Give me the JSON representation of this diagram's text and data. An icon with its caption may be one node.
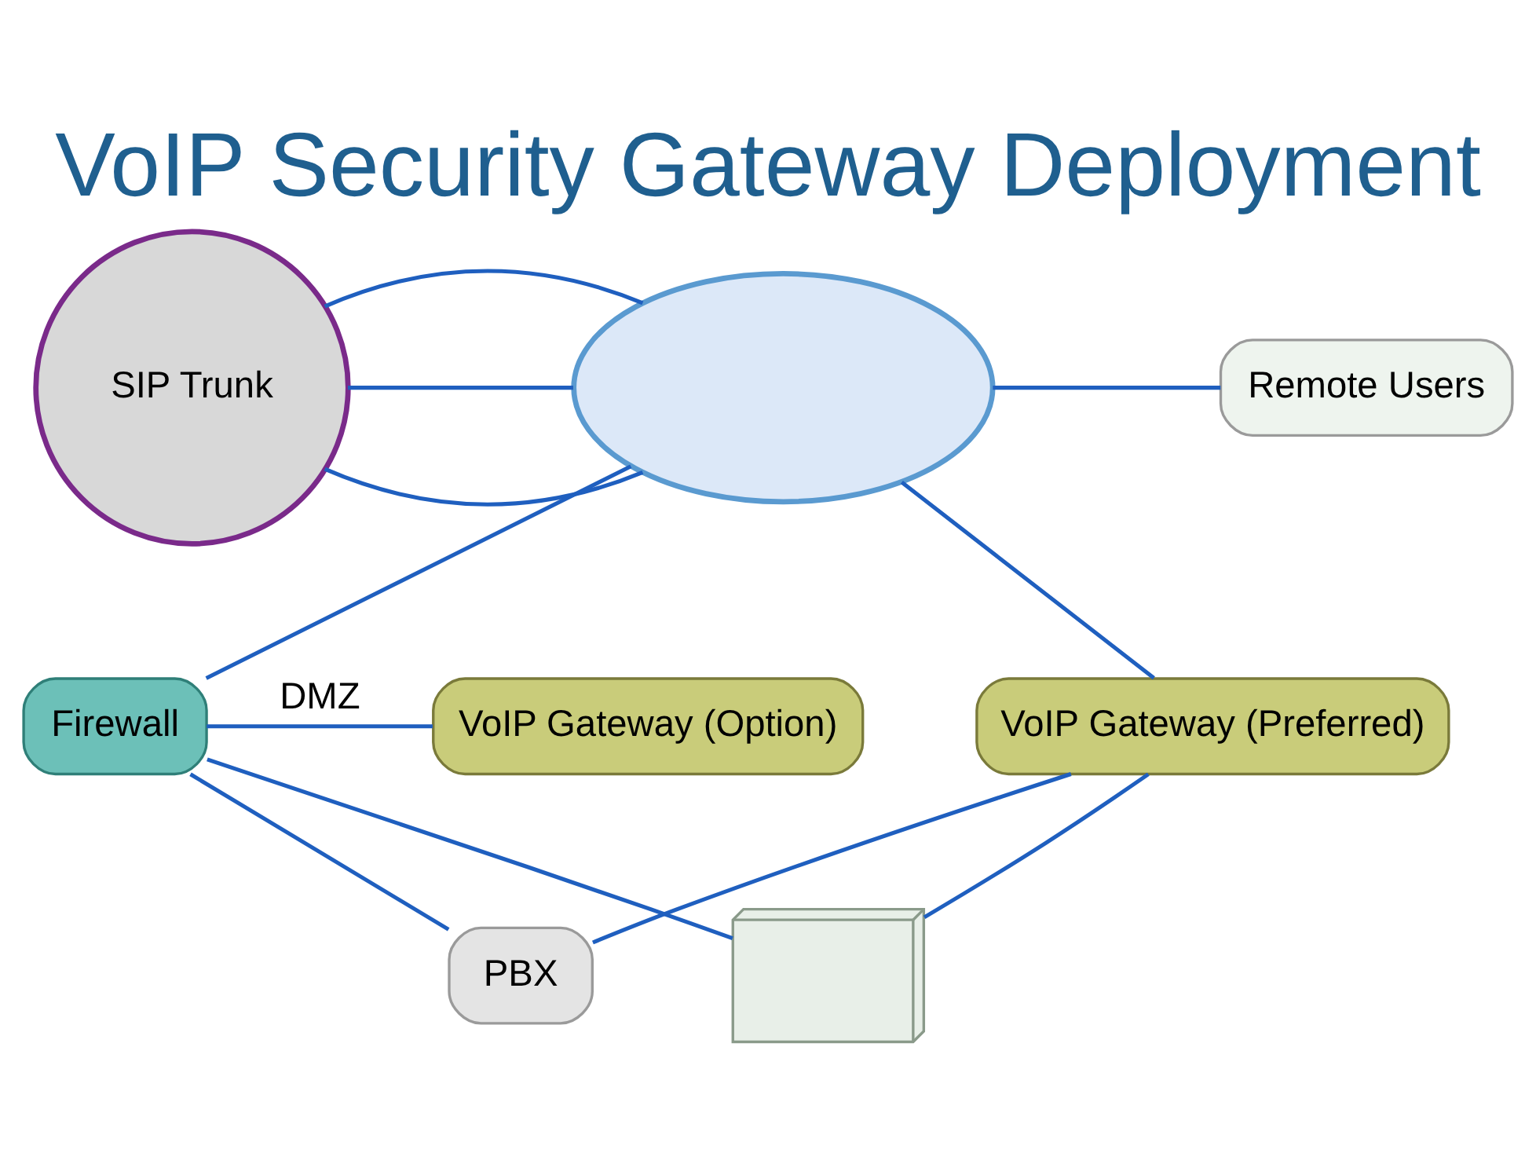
{
  "diagram": {
    "title": "VoIP Security Gateway Deployment",
    "nodes": [
      {
        "text": [
          "SIP Trunk"
        ]
      },
      {
        "text": [],
        "shape": "cloud"
      },
      {
        "text": [
          "Remote Users"
        ]
      },
      {
        "text": [
          "VoIP Gateway (Preferred)"
        ]
      },
      {
        "text": [
          "Firewall"
        ]
      },
      {
        "text": [
          "VoIP Gateway (Option)"
        ]
      },
      {
        "text": [
          "PBX"
        ]
      },
      {
        "text": [],
        "shape": "picture"
      }
    ],
    "edges": [
      {
        "from": 0,
        "to": 1,
        "arrow": "none"
      },
      {
        "from": 0,
        "to": 1,
        "arrow": "none"
      },
      {
        "from": 0,
        "to": 1,
        "arrow": "none"
      },
      {
        "from": 1,
        "to": 2,
        "arrow": "none"
      },
      {
        "from": 1,
        "to": 3,
        "arrow": "none"
      },
      {
        "from": 1,
        "to": 4,
        "arrow": "none"
      },
      {
        "from": 4,
        "to": 5,
        "arrow": "none",
        "label": "DMZ"
      },
      {
        "from": 3,
        "to": 6,
        "arrow": "none"
      },
      {
        "from": 3,
        "to": 7,
        "arrow": "none"
      },
      {
        "from": 4,
        "to": 6,
        "arrow": "none"
      },
      {
        "from": 4,
        "to": 7,
        "arrow": "none"
      }
    ]
  }
}
